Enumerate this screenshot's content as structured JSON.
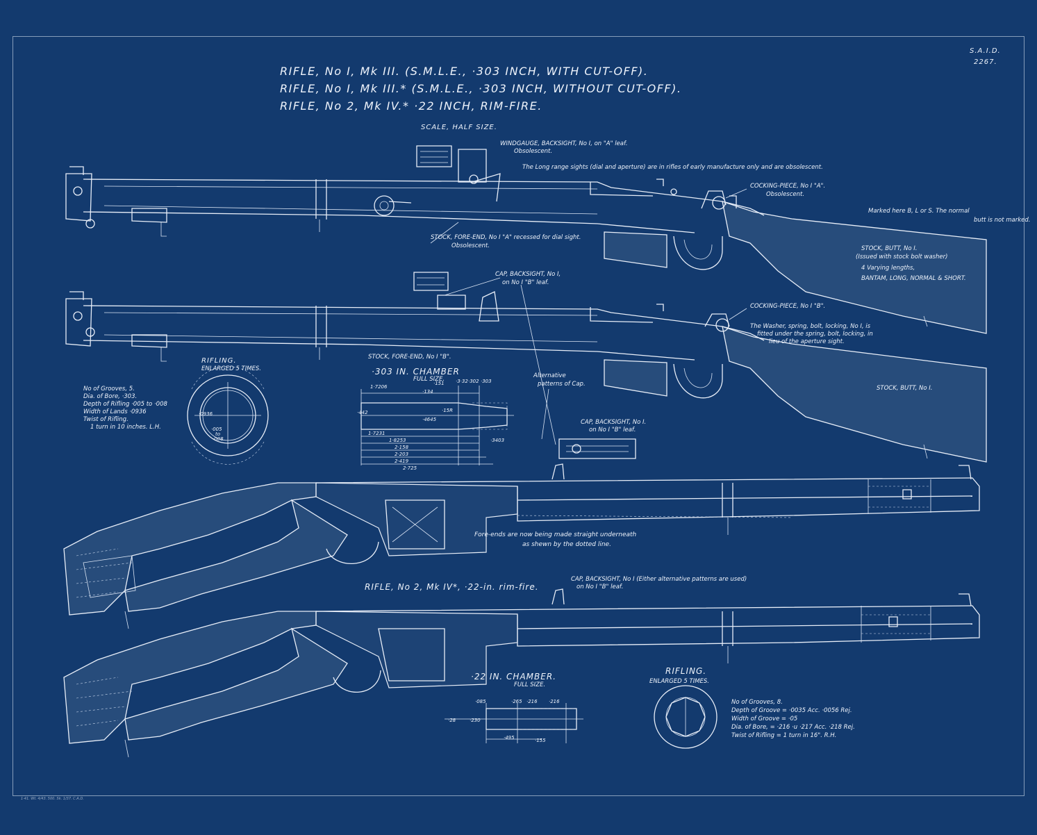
{
  "drawing_no": {
    "line1": "S.A.I.D.",
    "line2": "2267."
  },
  "titles": [
    "RIFLE, No I, Mk III. (S.M.L.E., ·303 INCH, WITH CUT-OFF).",
    "RIFLE, No I, Mk III.* (S.M.L.E., ·303 INCH, WITHOUT CUT-OFF).",
    "RIFLE, No 2, Mk IV.* ·22 INCH, RIM-FIRE."
  ],
  "scale": "SCALE, HALF SIZE.",
  "annotations": {
    "windgauge": "WINDGAUGE, BACKSIGHT, No I, on \"A\" leaf.",
    "windgauge_obs": "Obsolescent.",
    "long_range": "The Long range sights (dial and aperture) are in rifles of early manufacture only and are obsolescent.",
    "cocking_a": "COCKING-PIECE, No I \"A\".",
    "cocking_a_obs": "Obsolescent.",
    "marked_1": "Marked here B, L or S. The normal",
    "marked_2": "butt is not marked.",
    "fore_end_a": "STOCK, FORE-END, No I \"A\" recessed for dial sight.",
    "fore_end_a_obs": "Obsolescent.",
    "butt_1": "STOCK, BUTT, No I.",
    "butt_2": "(Issued with stock bolt washer)",
    "butt_3": "4 Varying lengths,",
    "butt_4": "BANTAM, LONG, NORMAL & SHORT.",
    "cap_b_1": "CAP, BACKSIGHT, No I,",
    "cap_b_2": "on No I \"B\" leaf.",
    "cocking_b": "COCKING-PIECE, No I \"B\".",
    "washer_1": "The Washer, spring, bolt, locking, No I, is",
    "washer_2": "fitted under the spring, bolt, locking, in",
    "washer_3": "lieu of the aperture sight.",
    "fore_end_b": "STOCK, FORE-END, No I \"B\".",
    "stock_butt": "STOCK, BUTT, No I.",
    "alt_1": "Alternative",
    "alt_2": "patterns of Cap.",
    "cap_c_1": "CAP, BACKSIGHT, No I.",
    "cap_c_2": "on No I \"B\" leaf.",
    "fore_ends_1": "Fore-ends are now being made straight underneath",
    "fore_ends_2": "as shewn by the dotted line.",
    "rifle2": "RIFLE, No 2, Mk IV*, ·22-in. rim-fire.",
    "cap_d_1": "CAP, BACKSIGHT, No I (Either alternative patterns are used)",
    "cap_d_2": "on No I \"B\" leaf."
  },
  "rifling_303": {
    "title": "RIFLING.",
    "sub": "ENLARGED 5 TIMES.",
    "specs": [
      "No of Grooves, 5.",
      "Dia. of Bore, ·303.",
      "Depth of Rifling ·005 to ·008",
      "Width of Lands ·0936",
      "Twist of Rifling.",
      "1 turn in 10 inches. L.H."
    ],
    "dims": [
      "·0936",
      "·005",
      "to",
      "·008"
    ]
  },
  "chamber_303": {
    "title": "·303 IN. CHAMBER",
    "sub": "FULL SIZE.",
    "dims": [
      "1·7206",
      "·151",
      "·134",
      "·3·32",
      "·302",
      "·303",
      "·15R",
      "·4645",
      "1·7231",
      "1·8253",
      "2·158",
      "2·203",
      "2·419",
      "2·725",
      "·3403",
      "·442"
    ]
  },
  "chamber_22": {
    "title": "·22 IN. CHAMBER.",
    "sub": "FULL SIZE.",
    "dims": [
      "·085",
      "·265",
      "·216",
      "·216",
      "·28",
      "·230",
      "·495",
      "·155"
    ]
  },
  "rifling_22": {
    "title": "RIFLING.",
    "sub": "ENLARGED 5 TIMES.",
    "specs": [
      "No of Grooves, 8.",
      "Depth of Groove = ·0035 Acc. ·0056 Rej.",
      "Width of Groove = ·05",
      "Dia. of Bore, = ·216 ·u ·217 Acc. ·218 Rej.",
      "Twist of Rifling = 1 turn in 16\". R.H."
    ]
  },
  "footer": "1·41. Wt. 4/43. 500. Sk. 1/37. C.A.D."
}
